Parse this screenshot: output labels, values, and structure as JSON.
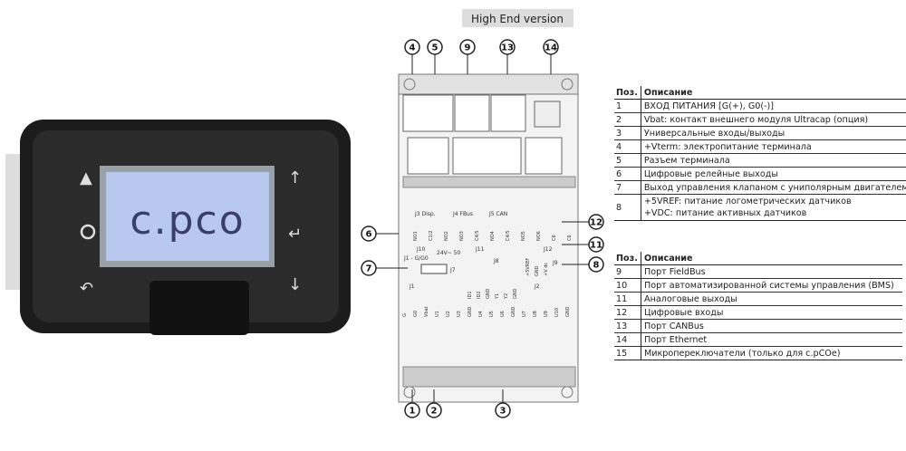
{
  "photo": {
    "screen_text": "c.pco"
  },
  "diagram": {
    "version_label": "High End version",
    "callouts_top": [
      "4",
      "5",
      "9",
      "13",
      "14"
    ],
    "callouts_left": [
      "6",
      "7"
    ],
    "callouts_right": [
      "12",
      "11",
      "8"
    ],
    "callouts_bottom": [
      "1",
      "2",
      "3"
    ],
    "connectors": {
      "j3": "J3 Disp.",
      "j4": "J4 FBus",
      "j5": "J5 CAN",
      "j10": "J10",
      "j11": "J11",
      "j12": "J12",
      "j1_power": "J1 - G/G0",
      "supply": "24V~ 50",
      "j7": "J7",
      "j8": "J8",
      "j9": "J9",
      "j1": "J1",
      "j2": "J2"
    },
    "pins_row1": [
      "NO1",
      "C1/2",
      "NO2",
      "NO3",
      "C4/5",
      "NO4",
      "C4/5",
      "NO5",
      "NO6",
      "C6",
      "C6"
    ],
    "pins_j8": [
      "ID1",
      "ID2",
      "GND",
      "Y1",
      "Y2",
      "GND"
    ],
    "pins_j9": [
      "+5VREF",
      "GND",
      "+V dc"
    ],
    "pins_bottom": [
      "G",
      "G0",
      "Vbat",
      "U1",
      "U2",
      "U3",
      "GND",
      "U4",
      "U5",
      "U6",
      "GND",
      "U7",
      "U8",
      "U9",
      "U10",
      "GND"
    ]
  },
  "table1": {
    "header": {
      "pos": "Поз.",
      "desc": "Описание"
    },
    "rows": [
      {
        "pos": "1",
        "desc": "ВХОД ПИТАНИЯ [G(+), G0(-)]"
      },
      {
        "pos": "2",
        "desc": "Vbat: контакт внешнего модуля Ultracap (опция)"
      },
      {
        "pos": "3",
        "desc": "Универсальные входы/выходы"
      },
      {
        "pos": "4",
        "desc": "+Vterm: электропитание терминала"
      },
      {
        "pos": "5",
        "desc": "Разъем терминала"
      },
      {
        "pos": "6",
        "desc": "Цифровые релейные выходы"
      },
      {
        "pos": "7",
        "desc": "Выход управления клапаном с униполярным двигателем"
      },
      {
        "pos": "8",
        "desc": "+5VREF: питание логометрических датчиков",
        "desc2": "+VDC: питание активных датчиков"
      }
    ]
  },
  "table2": {
    "header": {
      "pos": "Поз.",
      "desc": "Описание"
    },
    "rows": [
      {
        "pos": "9",
        "desc": "Порт FieldBus"
      },
      {
        "pos": "10",
        "desc": "Порт автоматизированной системы управления (BMS)"
      },
      {
        "pos": "11",
        "desc": "Аналоговые выходы"
      },
      {
        "pos": "12",
        "desc": "Цифровые входы"
      },
      {
        "pos": "13",
        "desc": "Порт CANBus"
      },
      {
        "pos": "14",
        "desc": "Порт Ethernet"
      },
      {
        "pos": "15",
        "desc": "Микропереключатели (только для c.pCOe)"
      }
    ]
  }
}
